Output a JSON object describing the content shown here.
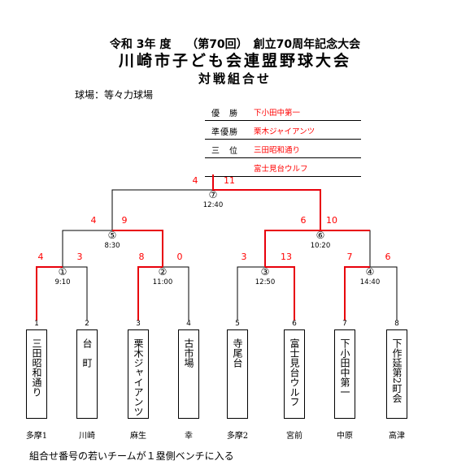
{
  "header": {
    "line1": "令和 3年 度　 （第70回）　創立70周年記念大会",
    "line2": "川崎市子ども会連盟野球大会",
    "line3": "対戦組合せ"
  },
  "venue": "球場：等々力球場",
  "results": [
    {
      "label": "優　勝",
      "value": "下小田中第一"
    },
    {
      "label": "準優勝",
      "value": "栗木ジャイアンツ"
    },
    {
      "label": "三　位",
      "value": "三田昭和通り"
    },
    {
      "label": "",
      "value": "富士見台ウルフ"
    }
  ],
  "teams": [
    {
      "num": "1",
      "name": "三田昭和通り",
      "region": "多摩1"
    },
    {
      "num": "2",
      "name": "台　町",
      "region": "川崎"
    },
    {
      "num": "3",
      "name": "栗木ジャイアンツ",
      "region": "麻生"
    },
    {
      "num": "4",
      "name": "古市場",
      "region": "幸"
    },
    {
      "num": "5",
      "name": "寺尾台",
      "region": "多摩2"
    },
    {
      "num": "6",
      "name": "富士見台ウルフ",
      "region": "宮前"
    },
    {
      "num": "7",
      "name": "下小田中第一",
      "region": "中原"
    },
    {
      "num": "8",
      "name": "下作延第2町会",
      "region": "高津"
    }
  ],
  "matches": [
    {
      "id": "①",
      "time": "9:10",
      "score_left": "4",
      "score_right": "3"
    },
    {
      "id": "②",
      "time": "11:00",
      "score_left": "8",
      "score_right": "0"
    },
    {
      "id": "③",
      "time": "12:50",
      "score_left": "3",
      "score_right": "13"
    },
    {
      "id": "④",
      "time": "14:40",
      "score_left": "7",
      "score_right": "6"
    },
    {
      "id": "⑤",
      "time": "8:30",
      "score_left": "4",
      "score_right": "9"
    },
    {
      "id": "⑥",
      "time": "10:20",
      "score_left": "6",
      "score_right": "10"
    },
    {
      "id": "⑦",
      "time": "12:40",
      "score_left": "4",
      "score_right": "11"
    }
  ],
  "colors": {
    "winner_line": "#e8000b",
    "line": "#000000",
    "score": "#ff0000"
  },
  "footer": "組合せ番号の若いチームが１塁側ベンチに入る"
}
